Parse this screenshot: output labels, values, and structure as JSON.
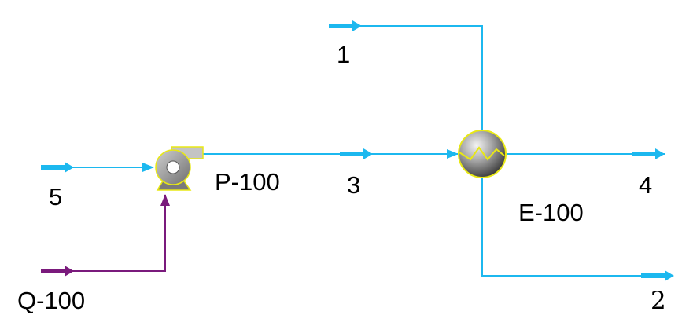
{
  "streams": [
    {
      "id": "s1",
      "label": "1"
    },
    {
      "id": "s2",
      "label": "2"
    },
    {
      "id": "s3",
      "label": "3"
    },
    {
      "id": "s4",
      "label": "4"
    },
    {
      "id": "s5",
      "label": "5"
    },
    {
      "id": "q100",
      "label": "Q-100"
    }
  ],
  "units": [
    {
      "id": "pump",
      "label": "P-100",
      "icon": "pump-icon"
    },
    {
      "id": "exchanger",
      "label": "E-100",
      "icon": "heat-exchanger-icon"
    }
  ],
  "colors": {
    "material_stream": "#1cb8ef",
    "energy_stream": "#7a1a7c",
    "unit_outline": "#e8e814",
    "unit_fill": "#8c8c8c"
  }
}
